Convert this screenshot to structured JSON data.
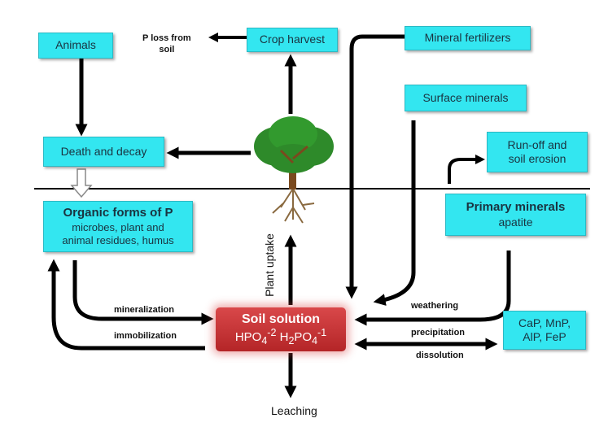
{
  "boxes": {
    "animals": "Animals",
    "crop_harvest": "Crop harvest",
    "mineral_fertilizers": "Mineral fertilizers",
    "surface_minerals": "Surface minerals",
    "death_decay": "Death and decay",
    "runoff_1": "Run-off and",
    "runoff_2": "soil erosion",
    "organic_title": "Organic  forms of  P",
    "organic_sub1": "microbes, plant and",
    "organic_sub2": "animal residues, humus",
    "primary_title": "Primary minerals",
    "primary_sub": "apatite",
    "metal_1": "CaP, MnP,",
    "metal_2": "AlP, FeP"
  },
  "soil_solution": {
    "title": "Soil solution",
    "formula_a": "HPO",
    "formula_a_sub": "4",
    "formula_a_sup": "-2",
    "formula_b": "H",
    "formula_b_sub": "2",
    "formula_b_mid": "PO",
    "formula_b_sub2": "4",
    "formula_b_sup": "-1"
  },
  "labels": {
    "p_loss_1": "P loss from",
    "p_loss_2": "soil",
    "plant_uptake": "Plant uptake",
    "leaching": "Leaching",
    "mineralization": "mineralization",
    "immobilization": "immobilization",
    "weathering": "weathering",
    "precipitation": "precipitation",
    "dissolution": "dissolution"
  },
  "colors": {
    "box": "#33e6f0",
    "soil_solution": "#c0302f",
    "tree_canopy": "#2e8a2a",
    "tree_trunk": "#7a4a1e"
  }
}
